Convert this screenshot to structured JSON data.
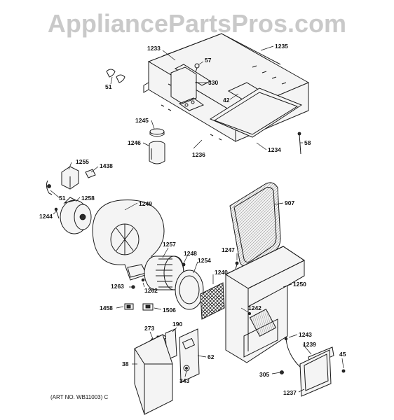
{
  "watermark": "AppliancePartsPros.com",
  "art_number": "(ART NO. WB11003) C",
  "callouts": {
    "p1233": "1233",
    "p1235": "1235",
    "p57": "57",
    "p51_top": "51",
    "p330": "330",
    "p42": "42",
    "p1245": "1245",
    "p1246": "1246",
    "p1236": "1236",
    "p1234": "1234",
    "p58": "58",
    "p1255": "1255",
    "p1438": "1438",
    "p51_mid": "51",
    "p1258": "1258",
    "p1244": "1244",
    "p1249": "1249",
    "p907": "907",
    "p1257": "1257",
    "p1248": "1248",
    "p1247": "1247",
    "p1254": "1254",
    "p1240": "1240",
    "p1263": "1263",
    "p1262": "1262",
    "p1250": "1250",
    "p1458": "1458",
    "p1506": "1506",
    "p1242": "1242",
    "p273": "273",
    "p190": "190",
    "p1243": "1243",
    "p1239": "1239",
    "p45": "45",
    "p38": "38",
    "p62": "62",
    "p343": "343",
    "p305": "305",
    "p1237": "1237"
  }
}
